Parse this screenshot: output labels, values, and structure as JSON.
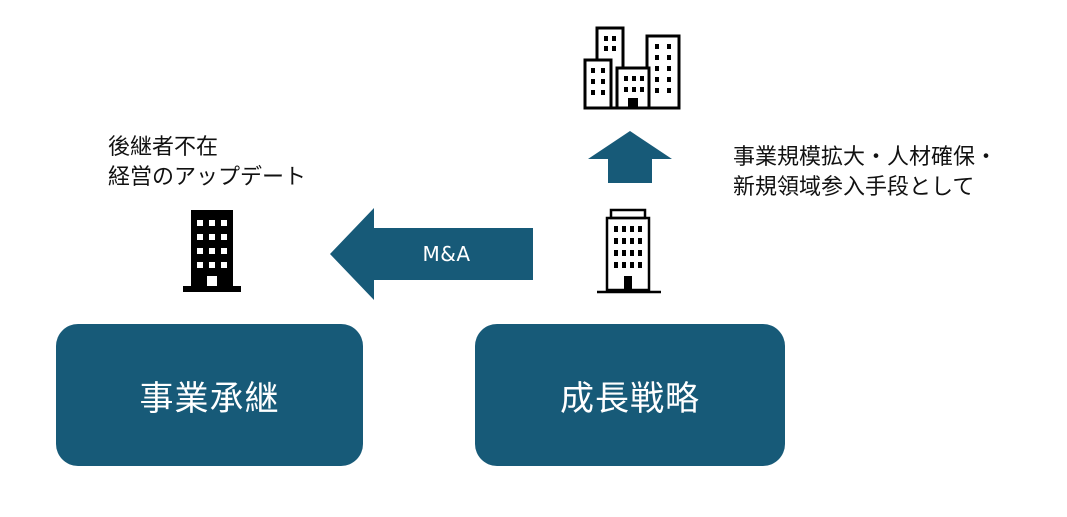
{
  "left_box": {
    "label": "事業承継"
  },
  "right_box": {
    "label": "成長戦略"
  },
  "left_note": {
    "line1": "後継者不在",
    "line2": "経営のアップデート"
  },
  "right_note": {
    "line1": "事業規模拡大・人材確保・",
    "line2": "新規領域参入手段として"
  },
  "arrow": {
    "label": "M&A"
  },
  "colors": {
    "accent": "#175a78",
    "text": "#111111",
    "background": "#ffffff"
  },
  "icons": {
    "left": "office-building-icon",
    "right_small": "office-building-outline-icon",
    "right_large": "city-buildings-icon",
    "up_arrow": "up-arrow-icon",
    "left_arrow": "left-arrow-icon"
  }
}
